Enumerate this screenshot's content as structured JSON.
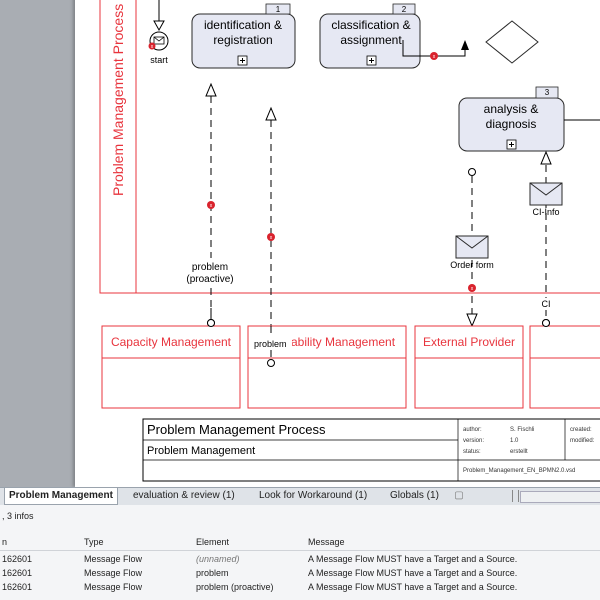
{
  "diagram": {
    "pool_label": "Problem Management Process",
    "tasks": [
      {
        "number": "1",
        "label_lines": [
          "identification &",
          "registration"
        ]
      },
      {
        "number": "2",
        "label_lines": [
          "classification &",
          "assignment"
        ]
      },
      {
        "number": "3",
        "label_lines": [
          "analysis &",
          "diagnosis"
        ]
      }
    ],
    "start_event_label": "start",
    "message_labels": {
      "problem_proactive": [
        "problem",
        "(proactive)"
      ],
      "problem": "problem",
      "order_form": "Order form",
      "ci_info": "CI-Info",
      "ci": "CI"
    },
    "lanes": [
      "Capacity Management",
      "ability Management",
      "External Provider",
      ""
    ],
    "title_block": {
      "title": "Problem Management Process",
      "subtitle": "Problem Management",
      "author_label": "author:",
      "author_value": "S. Fischli",
      "version_label": "version:",
      "version_value": "1.0",
      "status_label": "status:",
      "status_value": "erstellt",
      "created_label": "created:",
      "modified_label": "modified:",
      "filename": "Problem_Management_EN_BPMN2.0.vsd"
    },
    "colors": {
      "pool_border": "#e8343d",
      "task_fill": "#e6e8f3",
      "task_border": "#2a2a2a",
      "error": "#d9232d"
    }
  },
  "tabs": [
    {
      "label": "Problem Management",
      "active": true
    },
    {
      "label": "evaluation & review (1)",
      "active": false
    },
    {
      "label": "Look for Workaround (1)",
      "active": false
    },
    {
      "label": "Globals (1)",
      "active": false
    }
  ],
  "validation": {
    "summary": ", 3 infos",
    "columns": [
      "n",
      "Type",
      "Element",
      "Message"
    ],
    "rows": [
      {
        "id": "162601",
        "type": "Message Flow",
        "element": "(unnamed)",
        "message": "A Message Flow MUST have a Target and a Source."
      },
      {
        "id": "162601",
        "type": "Message Flow",
        "element": "problem",
        "message": "A Message Flow MUST have a Target and a Source."
      },
      {
        "id": "162601",
        "type": "Message Flow",
        "element": "problem (proactive)",
        "message": "A Message Flow MUST have a Target and a Source."
      }
    ]
  }
}
